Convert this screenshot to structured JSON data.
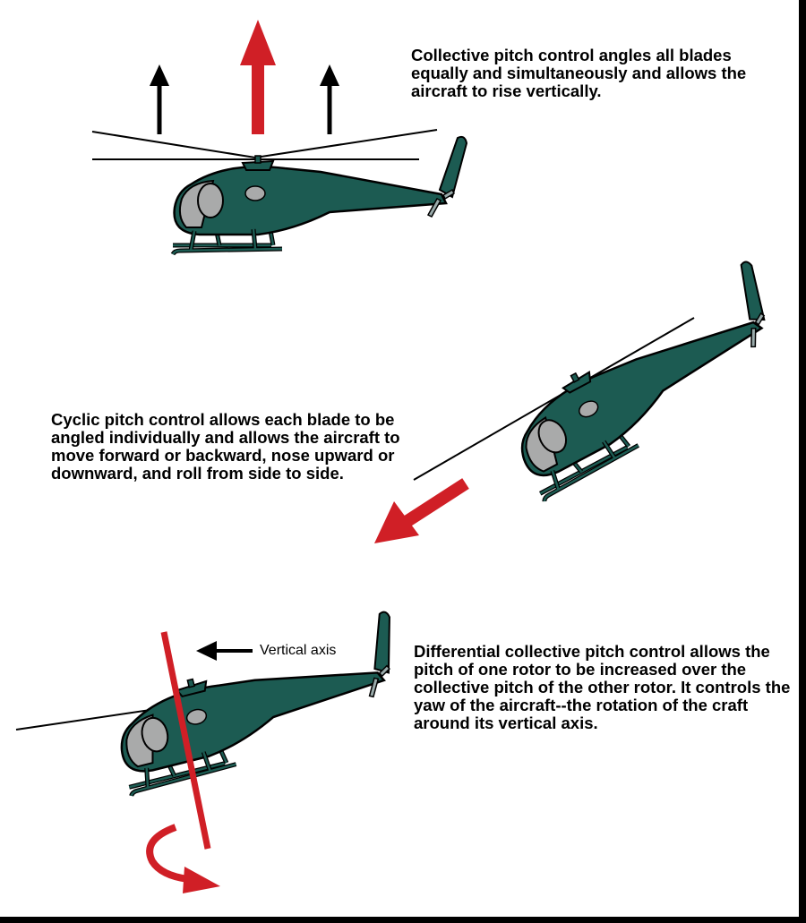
{
  "panels": {
    "collective": {
      "caption": "Collective pitch control angles all blades equally and simultaneously and allows the aircraft to rise vertically."
    },
    "cyclic": {
      "caption": "Cyclic pitch control allows each blade to be angled individually and allows the aircraft to move forward or backward, nose upward or downward, and roll from side to side."
    },
    "differential": {
      "caption": "Differential collective pitch control allows the pitch of one rotor to be increased over the collective pitch of the other rotor. It controls the yaw of the aircraft--the rotation of the craft around its vertical axis.",
      "axis_label": "Vertical axis"
    }
  },
  "colors": {
    "fuselage": "#1c5b52",
    "window": "#a9aaaa",
    "arrow_red": "#d01f26",
    "outline": "#000000"
  },
  "icons": [
    "helicopter-illustration",
    "lift-arrow",
    "movement-arrow",
    "rotation-arrow",
    "vertical-axis-line"
  ]
}
